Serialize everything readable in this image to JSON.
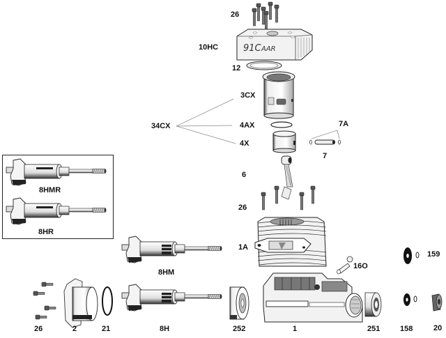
{
  "diagram": {
    "type": "exploded-parts-diagram",
    "subject": "model engine parts breakdown",
    "head_engraving": {
      "model": "91C",
      "suffix": "AAR"
    },
    "parts": [
      {
        "id": "26",
        "name": "head-screws"
      },
      {
        "id": "10HC",
        "name": "cylinder-head"
      },
      {
        "id": "12",
        "name": "head-gasket"
      },
      {
        "id": "3CX",
        "name": "cylinder-liner"
      },
      {
        "id": "34CX",
        "name": "piston-liner-set"
      },
      {
        "id": "4AX",
        "name": "piston-ring"
      },
      {
        "id": "4X",
        "name": "piston"
      },
      {
        "id": "7A",
        "name": "piston-pin-retainers"
      },
      {
        "id": "7",
        "name": "piston-pin"
      },
      {
        "id": "6",
        "name": "connecting-rod"
      },
      {
        "id": "26",
        "name": "cylinder-screws"
      },
      {
        "id": "1A",
        "name": "cylinder"
      },
      {
        "id": "16O",
        "name": "glow-plug-fitting"
      },
      {
        "id": "8HMR",
        "name": "crankshaft-hmr"
      },
      {
        "id": "8HR",
        "name": "crankshaft-hr"
      },
      {
        "id": "8HM",
        "name": "crankshaft-hm"
      },
      {
        "id": "26",
        "name": "backplate-screws"
      },
      {
        "id": "2",
        "name": "backplate"
      },
      {
        "id": "21",
        "name": "o-ring"
      },
      {
        "id": "8H",
        "name": "crankshaft-h"
      },
      {
        "id": "252",
        "name": "rear-bearing"
      },
      {
        "id": "1",
        "name": "crankcase"
      },
      {
        "id": "251",
        "name": "front-bearing"
      },
      {
        "id": "159",
        "name": "washer-159"
      },
      {
        "id": "158",
        "name": "washer-158"
      },
      {
        "id": "20",
        "name": "prop-nut"
      }
    ],
    "labels": {
      "screws_top": "26",
      "head": "10HC",
      "gasket": "12",
      "liner": "3CX",
      "set": "34CX",
      "ring": "4AX",
      "piston": "4X",
      "pin_clips": "7A",
      "pin": "7",
      "conrod": "6",
      "screws_mid": "26",
      "cylinder": "1A",
      "glow": "16O",
      "crank_hmr": "8HMR",
      "crank_hr": "8HR",
      "crank_hm": "8HM",
      "screws_bottom": "26",
      "backplate": "2",
      "oring": "21",
      "crank_h": "8H",
      "bearing_rear": "252",
      "crankcase": "1",
      "bearing_front": "251",
      "washer_159": "159",
      "washer_158": "158",
      "nut": "20"
    }
  }
}
